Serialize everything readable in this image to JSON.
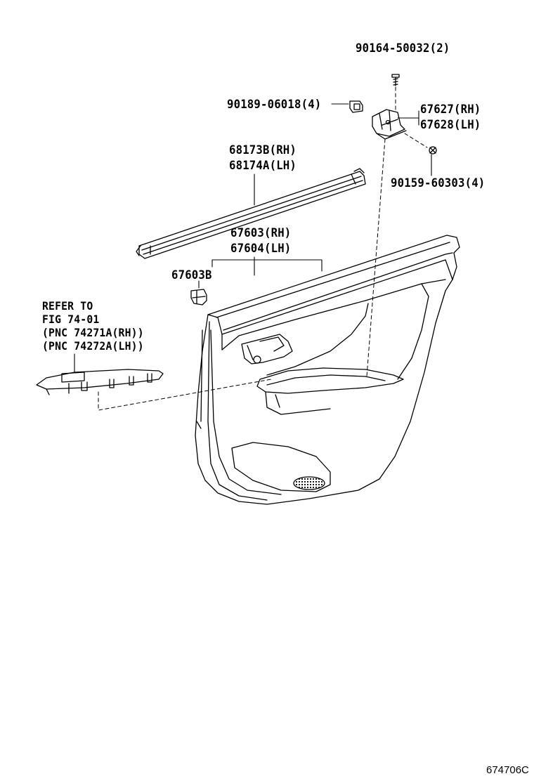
{
  "labels": {
    "part_90164": "90164-50032(2)",
    "part_90189": "90189-06018(4)",
    "part_67627": "67627(RH)",
    "part_67628": "67628(LH)",
    "part_90159": "90159-60303(4)",
    "part_68173b": "68173B(RH)",
    "part_68174a": "68174A(LH)",
    "part_67603": "67603(RH)",
    "part_67604": "67604(LH)",
    "part_67603b": "67603B",
    "ref_line1": "REFER TO",
    "ref_line2": "FIG 74-01",
    "ref_line3": "(PNC 74271A(RH))",
    "ref_line4": "(PNC 74272A(LH))"
  },
  "figure_code": "674706C"
}
